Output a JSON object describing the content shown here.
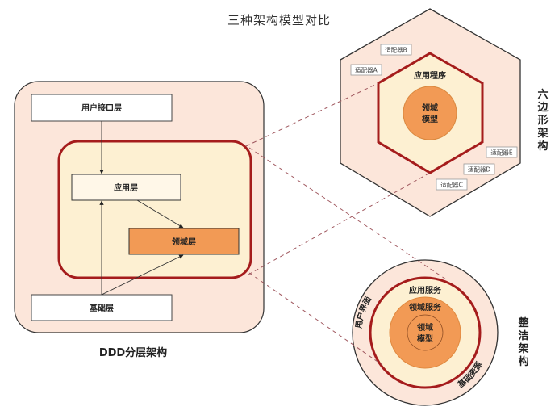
{
  "title": "三种架构模型对比",
  "ddd": {
    "caption": "DDD分层架构",
    "layers": {
      "user_interface": "用户接口层",
      "application": "应用层",
      "domain": "领域层",
      "infrastructure": "基础层"
    }
  },
  "hexagonal": {
    "caption": [
      "六",
      "边",
      "形",
      "架",
      "构"
    ],
    "application": "应用程序",
    "domain_model": [
      "领域",
      "模型"
    ],
    "adapters": [
      "适配器A",
      "适配器B",
      "适配器C",
      "适配器D",
      "适配器E"
    ]
  },
  "clean": {
    "caption": [
      "整",
      "洁",
      "架",
      "构"
    ],
    "user_interface": "用户界面",
    "infrastructure": "基础资源",
    "application_services": "应用服务",
    "domain_services": "领域服务",
    "domain_model": [
      "领域",
      "模型"
    ]
  },
  "colors": {
    "outer_fill": "#fce6da",
    "inner_fill": "#fdf0d2",
    "domain_fill": "#f29a55",
    "red_border": "#a51c1c",
    "dashed": "#a0585f"
  }
}
